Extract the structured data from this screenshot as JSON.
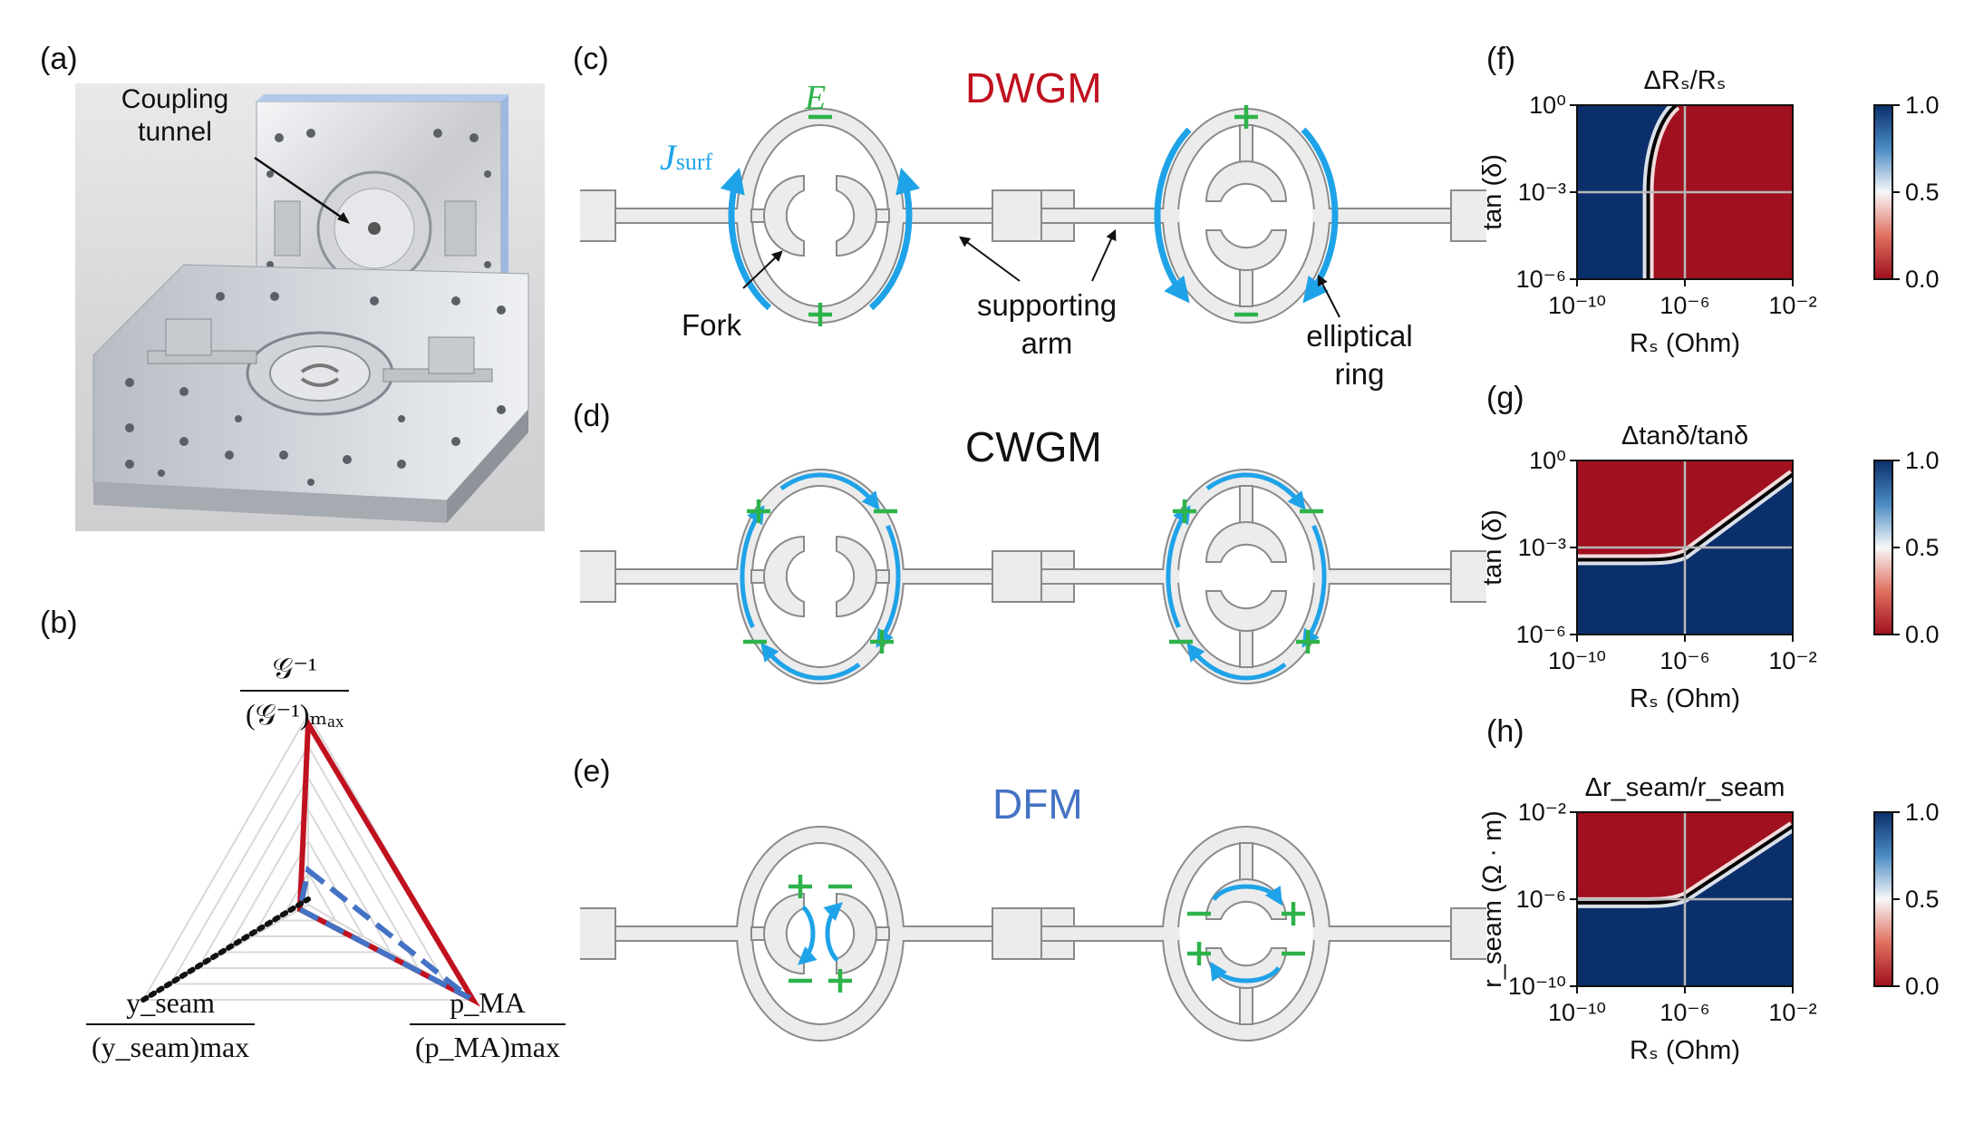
{
  "panels": {
    "a": "(a)",
    "b": "(b)",
    "c": "(c)",
    "d": "(d)",
    "e": "(e)",
    "f": "(f)",
    "g": "(g)",
    "h": "(h)"
  },
  "photo": {
    "annotation_line1": "Coupling",
    "annotation_line2": "tunnel"
  },
  "radar": {
    "top_num": "𝒢⁻¹",
    "top_den": "(𝒢⁻¹)ₘₐₓ",
    "left_num": "y_seam",
    "left_den": "(y_seam)max",
    "right_num": "p_MA",
    "right_den": "(p_MA)max",
    "colors": {
      "red": "#c0111f",
      "blue": "#4472c4",
      "black": "#111111"
    }
  },
  "modes": {
    "dwgm": {
      "title": "DWGM",
      "color": "#c0111f"
    },
    "cwgm": {
      "title": "CWGM",
      "color": "#111111"
    },
    "dfm": {
      "title": "DFM",
      "color": "#4472c4"
    }
  },
  "resonator_labels": {
    "E": "E",
    "J": "J",
    "J_sub": "surf",
    "fork": "Fork",
    "arm_line1": "supporting",
    "arm_line2": "arm",
    "ring_line1": "elliptical",
    "ring_line2": "ring"
  },
  "colors": {
    "current": "#1fa3e8",
    "charge": "#2db34a",
    "body_fill": "#ececec",
    "body_stroke": "#8a8a8a"
  },
  "heatmaps": {
    "f": {
      "title": "ΔRₛ/Rₛ",
      "ylabel": "tan (δ)",
      "xlabel": "Rₛ (Ohm)",
      "yticks": [
        "10⁰",
        "10⁻³",
        "10⁻⁶"
      ],
      "xticks": [
        "10⁻¹⁰",
        "10⁻⁶",
        "10⁻²"
      ]
    },
    "g": {
      "title": "Δtanδ/tanδ",
      "ylabel": "tan (δ)",
      "xlabel": "Rₛ (Ohm)",
      "yticks": [
        "10⁰",
        "10⁻³",
        "10⁻⁶"
      ],
      "xticks": [
        "10⁻¹⁰",
        "10⁻⁶",
        "10⁻²"
      ]
    },
    "h": {
      "title": "Δr_seam/r_seam",
      "ylabel": "r_seam (Ω · m)",
      "xlabel": "Rₛ (Ohm)",
      "yticks": [
        "10⁻²",
        "10⁻⁶",
        "10⁻¹⁰"
      ],
      "xticks": [
        "10⁻¹⁰",
        "10⁻⁶",
        "10⁻²"
      ]
    },
    "colorbar_ticks": [
      "1.0",
      "0.5",
      "0.0"
    ],
    "colors": {
      "blue": "#0b2f6b",
      "red": "#a0101e",
      "white": "#f7f7f7"
    }
  }
}
